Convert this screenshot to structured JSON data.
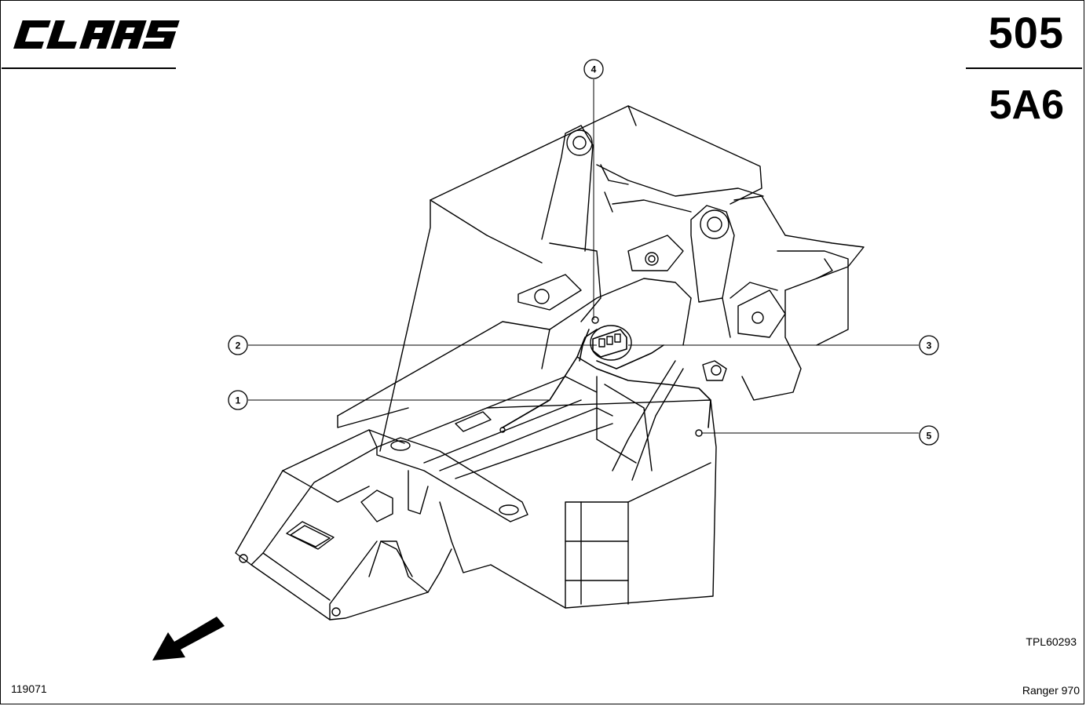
{
  "header": {
    "brand": "CLAAS",
    "page_number": "505",
    "section_code": "5A6"
  },
  "diagram": {
    "callouts": [
      {
        "number": "1"
      },
      {
        "number": "2"
      },
      {
        "number": "3"
      },
      {
        "number": "4"
      },
      {
        "number": "5"
      }
    ],
    "direction_icon": "arrow-down-left-icon"
  },
  "footer": {
    "drawing_code": "TPL60293",
    "document_number": "119071",
    "model": "Ranger 970"
  }
}
